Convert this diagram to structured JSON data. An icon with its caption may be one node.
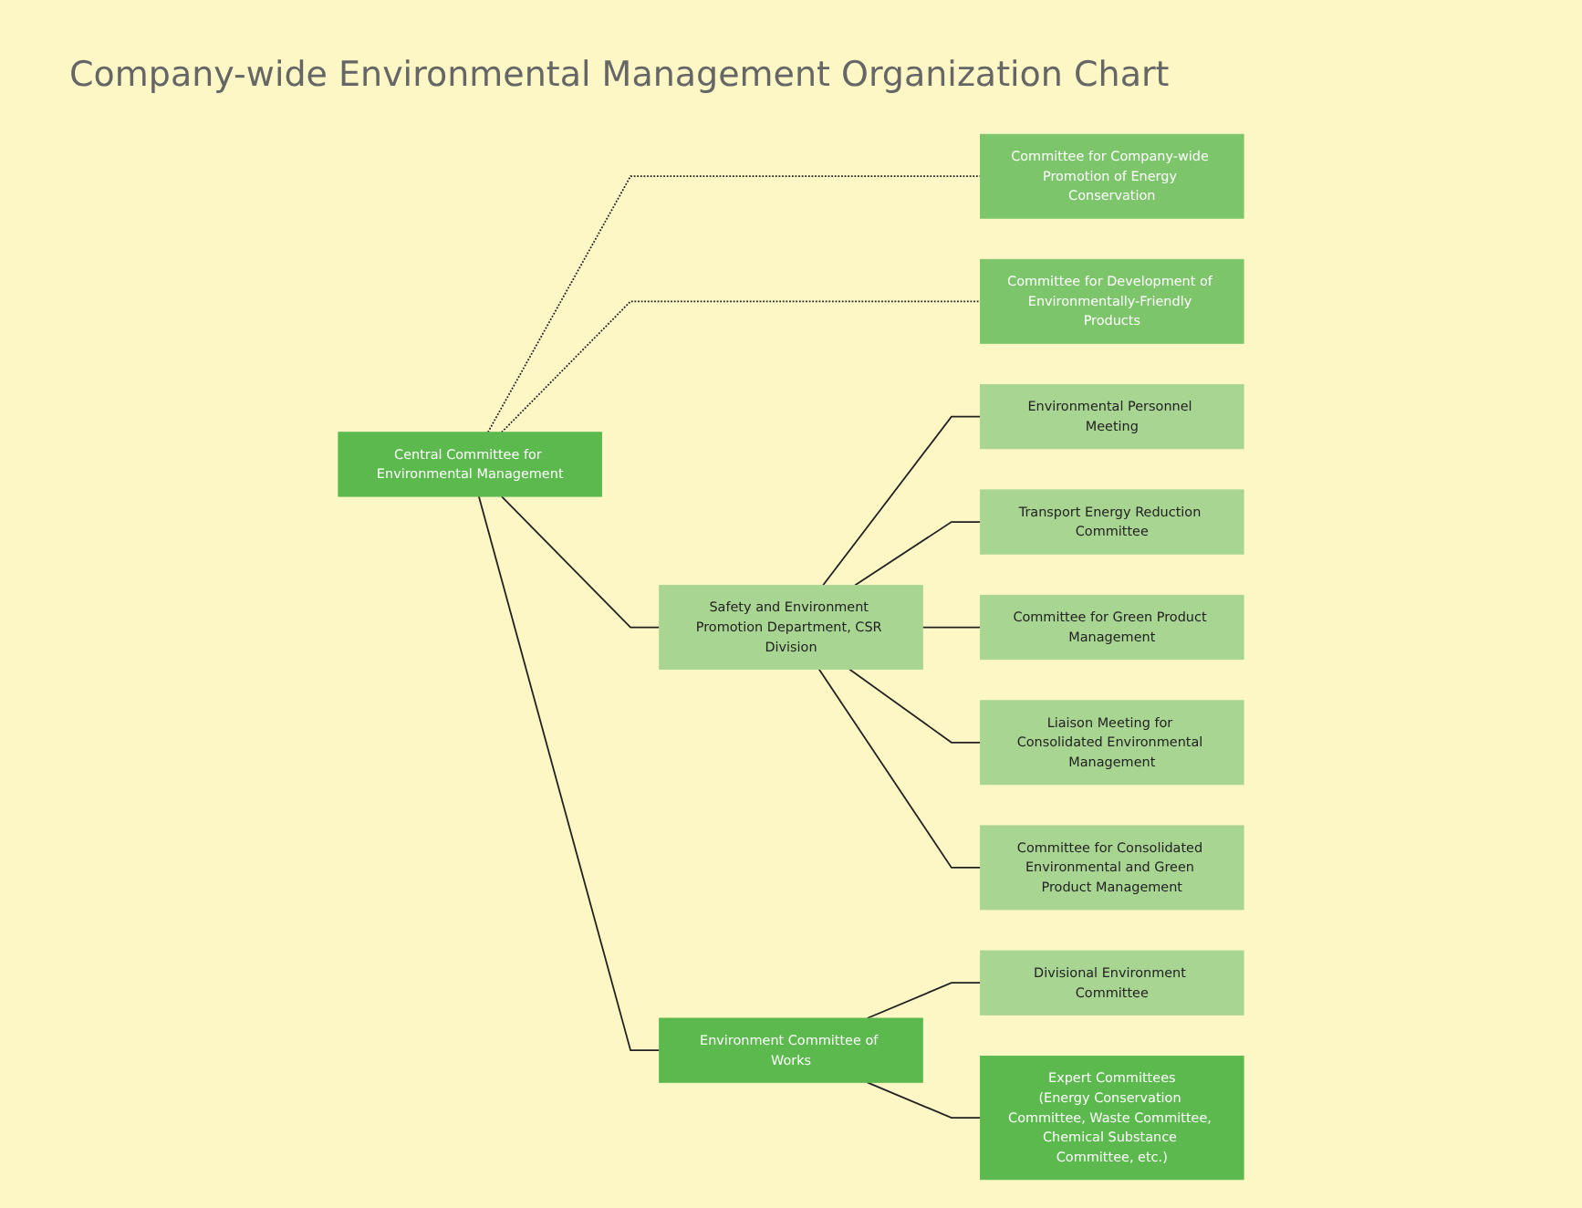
{
  "diagram": {
    "title": "Company-wide Environmental Management Organization Chart",
    "nodes": [
      {
        "text": [
          "Central Committee for Environmental Management"
        ]
      },
      {
        "text": [
          "Committee for Company-wide Promotion of Energy Conservation"
        ]
      },
      {
        "text": [
          "Committee for Development of Environmentally-Friendly Products"
        ]
      },
      {
        "text": [
          "Safety and Environment Promotion Department, CSR Division"
        ]
      },
      {
        "text": [
          "Environmental Personnel Meeting"
        ]
      },
      {
        "text": [
          "Transport Energy Reduction Committee"
        ]
      },
      {
        "text": [
          "Committee for Green Product Management"
        ]
      },
      {
        "text": [
          "Liaison Meeting for Consolidated Environmental Management"
        ]
      },
      {
        "text": [
          "Committee for Consolidated Environmental and Green Product Management"
        ]
      },
      {
        "text": [
          "Environment Committee of Works"
        ]
      },
      {
        "text": [
          "Divisional Environment Committee"
        ]
      },
      {
        "text": [
          "Expert Committees",
          "(Energy Conservation Committee, Waste Committee, Chemical Substance Committee, etc.)"
        ]
      }
    ],
    "edges": [
      {
        "from": 0,
        "to": 1,
        "arrow": "none",
        "style": "dashed"
      },
      {
        "from": 0,
        "to": 2,
        "arrow": "none",
        "style": "dashed"
      },
      {
        "from": 0,
        "to": 3,
        "arrow": "none"
      },
      {
        "from": 0,
        "to": 9,
        "arrow": "none"
      },
      {
        "from": 3,
        "to": 4,
        "arrow": "none"
      },
      {
        "from": 3,
        "to": 5,
        "arrow": "none"
      },
      {
        "from": 3,
        "to": 6,
        "arrow": "none"
      },
      {
        "from": 3,
        "to": 7,
        "arrow": "none"
      },
      {
        "from": 3,
        "to": 8,
        "arrow": "none"
      },
      {
        "from": 9,
        "to": 10,
        "arrow": "none"
      },
      {
        "from": 9,
        "to": 11,
        "arrow": "none"
      }
    ]
  }
}
